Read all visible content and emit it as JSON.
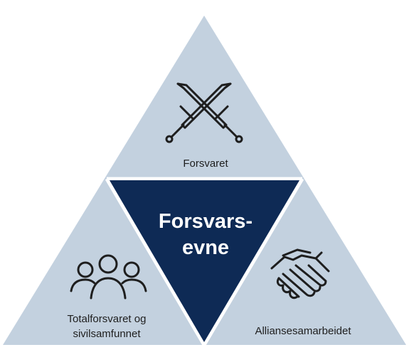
{
  "diagram": {
    "center": {
      "line1": "Forsvars-",
      "line2": "evne"
    },
    "top": {
      "label": "Forsvaret",
      "icon": "crossed-swords-icon"
    },
    "bottom_left": {
      "line1": "Totalforsvaret og",
      "line2": "sivilsamfunnet",
      "icon": "people-group-icon"
    },
    "bottom_right": {
      "label": "Alliansesamarbeidet",
      "icon": "handshake-icon"
    }
  },
  "colors": {
    "outer": "#c3d1df",
    "center": "#0e2a55",
    "text": "#1e1e1e",
    "center_text": "#ffffff"
  }
}
